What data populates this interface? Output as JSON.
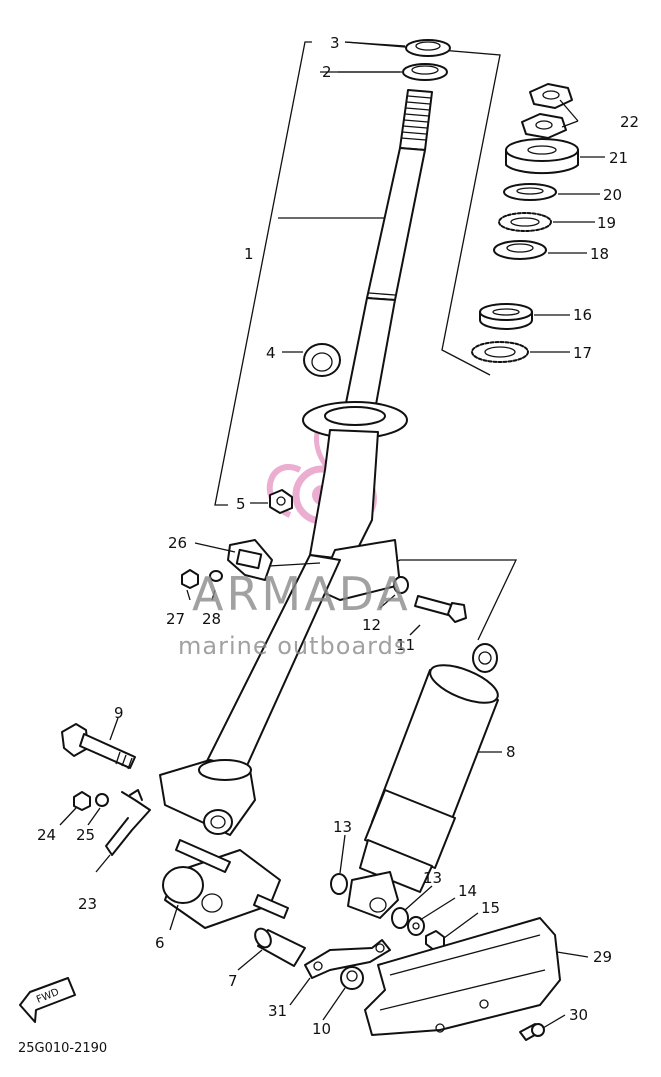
{
  "diagram": {
    "part_labels": [
      {
        "id": "l1",
        "text": "1"
      },
      {
        "id": "l2",
        "text": "2"
      },
      {
        "id": "l3",
        "text": "3"
      },
      {
        "id": "l4",
        "text": "4"
      },
      {
        "id": "l5",
        "text": "5"
      },
      {
        "id": "l6",
        "text": "6"
      },
      {
        "id": "l7",
        "text": "7"
      },
      {
        "id": "l8",
        "text": "8"
      },
      {
        "id": "l9",
        "text": "9"
      },
      {
        "id": "l10",
        "text": "10"
      },
      {
        "id": "l11",
        "text": "11"
      },
      {
        "id": "l12",
        "text": "12"
      },
      {
        "id": "l13a",
        "text": "13"
      },
      {
        "id": "l13b",
        "text": "13"
      },
      {
        "id": "l14",
        "text": "14"
      },
      {
        "id": "l15",
        "text": "15"
      },
      {
        "id": "l16",
        "text": "16"
      },
      {
        "id": "l17",
        "text": "17"
      },
      {
        "id": "l18",
        "text": "18"
      },
      {
        "id": "l19",
        "text": "19"
      },
      {
        "id": "l20",
        "text": "20"
      },
      {
        "id": "l21",
        "text": "21"
      },
      {
        "id": "l22",
        "text": "22"
      },
      {
        "id": "l23",
        "text": "23"
      },
      {
        "id": "l24",
        "text": "24"
      },
      {
        "id": "l25",
        "text": "25"
      },
      {
        "id": "l26",
        "text": "26"
      },
      {
        "id": "l27",
        "text": "27"
      },
      {
        "id": "l28",
        "text": "28"
      },
      {
        "id": "l29",
        "text": "29"
      },
      {
        "id": "l30",
        "text": "30"
      },
      {
        "id": "l31",
        "text": "31"
      }
    ],
    "diagram_code": "25G010-2190",
    "fwd_label": "FWD"
  },
  "watermark": {
    "brand": "ARMADA",
    "tagline": "marine outboards",
    "logo_color": "#e8a0c8",
    "text_color": "#8a8a8a"
  }
}
